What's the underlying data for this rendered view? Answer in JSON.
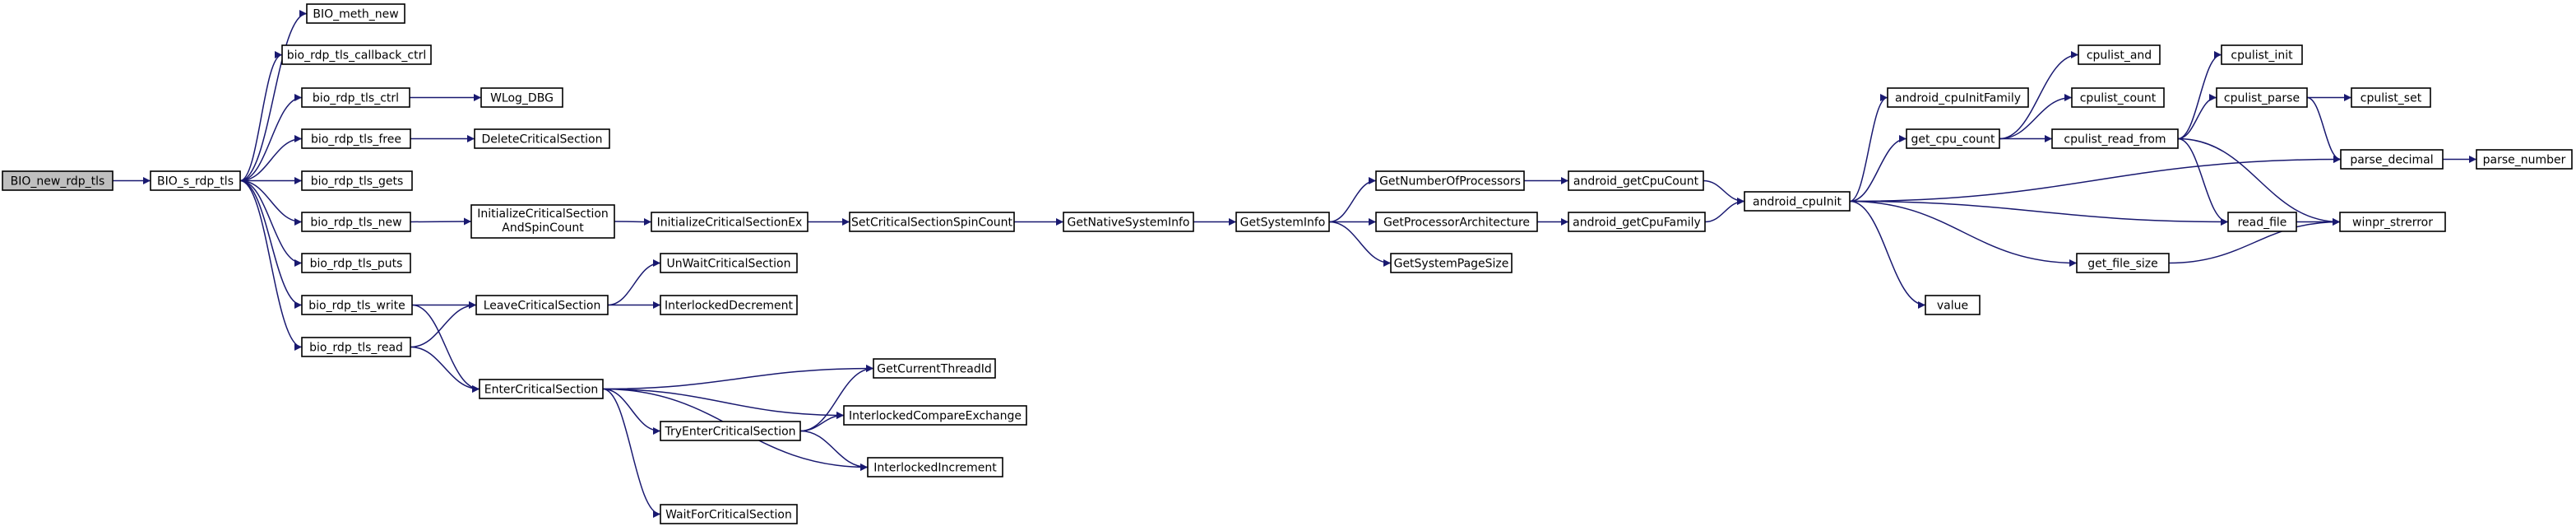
{
  "nodes": {
    "BIO_new_rdp_tls": {
      "label": "BIO_new_rdp_tls",
      "root": true
    },
    "BIO_s_rdp_tls": {
      "label": "BIO_s_rdp_tls"
    },
    "BIO_meth_new": {
      "label": "BIO_meth_new"
    },
    "bio_rdp_tls_callback_ctrl": {
      "label": "bio_rdp_tls_callback_ctrl"
    },
    "bio_rdp_tls_ctrl": {
      "label": "bio_rdp_tls_ctrl"
    },
    "WLog_DBG": {
      "label": "WLog_DBG"
    },
    "bio_rdp_tls_free": {
      "label": "bio_rdp_tls_free"
    },
    "DeleteCriticalSection": {
      "label": "DeleteCriticalSection"
    },
    "bio_rdp_tls_gets": {
      "label": "bio_rdp_tls_gets"
    },
    "bio_rdp_tls_new": {
      "label": "bio_rdp_tls_new"
    },
    "InitializeCriticalSectionAndSpinCount": {
      "label": "InitializeCriticalSection",
      "label2": "AndSpinCount"
    },
    "InitializeCriticalSectionEx": {
      "label": "InitializeCriticalSectionEx"
    },
    "SetCriticalSectionSpinCount": {
      "label": "SetCriticalSectionSpinCount"
    },
    "GetNativeSystemInfo": {
      "label": "GetNativeSystemInfo"
    },
    "GetSystemInfo": {
      "label": "GetSystemInfo"
    },
    "GetNumberOfProcessors": {
      "label": "GetNumberOfProcessors"
    },
    "GetProcessorArchitecture": {
      "label": "GetProcessorArchitecture"
    },
    "GetSystemPageSize": {
      "label": "GetSystemPageSize"
    },
    "android_getCpuCount": {
      "label": "android_getCpuCount"
    },
    "android_getCpuFamily": {
      "label": "android_getCpuFamily"
    },
    "android_cpuInit": {
      "label": "android_cpuInit"
    },
    "android_cpuInitFamily": {
      "label": "android_cpuInitFamily"
    },
    "get_cpu_count": {
      "label": "get_cpu_count"
    },
    "cpulist_and": {
      "label": "cpulist_and"
    },
    "cpulist_count": {
      "label": "cpulist_count"
    },
    "cpulist_read_from": {
      "label": "cpulist_read_from"
    },
    "cpulist_init": {
      "label": "cpulist_init"
    },
    "cpulist_parse": {
      "label": "cpulist_parse"
    },
    "cpulist_set": {
      "label": "cpulist_set"
    },
    "parse_decimal": {
      "label": "parse_decimal"
    },
    "parse_number": {
      "label": "parse_number"
    },
    "read_file": {
      "label": "read_file"
    },
    "winpr_strerror": {
      "label": "winpr_strerror"
    },
    "get_file_size": {
      "label": "get_file_size"
    },
    "value": {
      "label": "value"
    },
    "bio_rdp_tls_puts": {
      "label": "bio_rdp_tls_puts"
    },
    "bio_rdp_tls_write": {
      "label": "bio_rdp_tls_write"
    },
    "bio_rdp_tls_read": {
      "label": "bio_rdp_tls_read"
    },
    "LeaveCriticalSection": {
      "label": "LeaveCriticalSection"
    },
    "UnWaitCriticalSection": {
      "label": "UnWaitCriticalSection"
    },
    "InterlockedDecrement": {
      "label": "InterlockedDecrement"
    },
    "EnterCriticalSection": {
      "label": "EnterCriticalSection"
    },
    "GetCurrentThreadId": {
      "label": "GetCurrentThreadId"
    },
    "InterlockedCompareExchange": {
      "label": "InterlockedCompareExchange"
    },
    "TryEnterCriticalSection": {
      "label": "TryEnterCriticalSection"
    },
    "InterlockedIncrement": {
      "label": "InterlockedIncrement"
    },
    "WaitForCriticalSection": {
      "label": "WaitForCriticalSection"
    }
  },
  "edges": [
    [
      "BIO_new_rdp_tls",
      "BIO_s_rdp_tls"
    ],
    [
      "BIO_s_rdp_tls",
      "BIO_meth_new"
    ],
    [
      "BIO_s_rdp_tls",
      "bio_rdp_tls_callback_ctrl"
    ],
    [
      "BIO_s_rdp_tls",
      "bio_rdp_tls_ctrl"
    ],
    [
      "BIO_s_rdp_tls",
      "bio_rdp_tls_free"
    ],
    [
      "BIO_s_rdp_tls",
      "bio_rdp_tls_gets"
    ],
    [
      "BIO_s_rdp_tls",
      "bio_rdp_tls_new"
    ],
    [
      "BIO_s_rdp_tls",
      "bio_rdp_tls_puts"
    ],
    [
      "BIO_s_rdp_tls",
      "bio_rdp_tls_write"
    ],
    [
      "BIO_s_rdp_tls",
      "bio_rdp_tls_read"
    ],
    [
      "bio_rdp_tls_ctrl",
      "WLog_DBG"
    ],
    [
      "bio_rdp_tls_free",
      "DeleteCriticalSection"
    ],
    [
      "bio_rdp_tls_new",
      "InitializeCriticalSectionAndSpinCount"
    ],
    [
      "InitializeCriticalSectionAndSpinCount",
      "InitializeCriticalSectionEx"
    ],
    [
      "InitializeCriticalSectionEx",
      "SetCriticalSectionSpinCount"
    ],
    [
      "SetCriticalSectionSpinCount",
      "GetNativeSystemInfo"
    ],
    [
      "GetNativeSystemInfo",
      "GetSystemInfo"
    ],
    [
      "GetSystemInfo",
      "GetNumberOfProcessors"
    ],
    [
      "GetSystemInfo",
      "GetProcessorArchitecture"
    ],
    [
      "GetSystemInfo",
      "GetSystemPageSize"
    ],
    [
      "GetNumberOfProcessors",
      "android_getCpuCount"
    ],
    [
      "GetProcessorArchitecture",
      "android_getCpuFamily"
    ],
    [
      "android_getCpuCount",
      "android_cpuInit"
    ],
    [
      "android_getCpuFamily",
      "android_cpuInit"
    ],
    [
      "android_cpuInit",
      "android_cpuInitFamily"
    ],
    [
      "android_cpuInit",
      "get_cpu_count"
    ],
    [
      "android_cpuInit",
      "parse_decimal"
    ],
    [
      "android_cpuInit",
      "read_file"
    ],
    [
      "android_cpuInit",
      "get_file_size"
    ],
    [
      "android_cpuInit",
      "value"
    ],
    [
      "get_cpu_count",
      "cpulist_and"
    ],
    [
      "get_cpu_count",
      "cpulist_count"
    ],
    [
      "get_cpu_count",
      "cpulist_read_from"
    ],
    [
      "cpulist_read_from",
      "cpulist_init"
    ],
    [
      "cpulist_read_from",
      "cpulist_parse"
    ],
    [
      "cpulist_read_from",
      "read_file"
    ],
    [
      "cpulist_read_from",
      "winpr_strerror"
    ],
    [
      "cpulist_parse",
      "cpulist_set"
    ],
    [
      "cpulist_parse",
      "parse_decimal"
    ],
    [
      "parse_decimal",
      "parse_number"
    ],
    [
      "read_file",
      "winpr_strerror"
    ],
    [
      "get_file_size",
      "winpr_strerror"
    ],
    [
      "bio_rdp_tls_write",
      "LeaveCriticalSection"
    ],
    [
      "bio_rdp_tls_write",
      "EnterCriticalSection"
    ],
    [
      "bio_rdp_tls_read",
      "LeaveCriticalSection"
    ],
    [
      "bio_rdp_tls_read",
      "EnterCriticalSection"
    ],
    [
      "LeaveCriticalSection",
      "UnWaitCriticalSection"
    ],
    [
      "LeaveCriticalSection",
      "InterlockedDecrement"
    ],
    [
      "EnterCriticalSection",
      "GetCurrentThreadId"
    ],
    [
      "EnterCriticalSection",
      "InterlockedCompareExchange"
    ],
    [
      "EnterCriticalSection",
      "TryEnterCriticalSection"
    ],
    [
      "EnterCriticalSection",
      "InterlockedIncrement"
    ],
    [
      "EnterCriticalSection",
      "WaitForCriticalSection"
    ],
    [
      "TryEnterCriticalSection",
      "GetCurrentThreadId"
    ],
    [
      "TryEnterCriticalSection",
      "InterlockedCompareExchange"
    ],
    [
      "TryEnterCriticalSection",
      "InterlockedIncrement"
    ]
  ],
  "colors": {
    "edge": "#191970",
    "root_fill": "#bfbfbf",
    "node_fill": "#ffffff",
    "node_border": "#000000"
  }
}
